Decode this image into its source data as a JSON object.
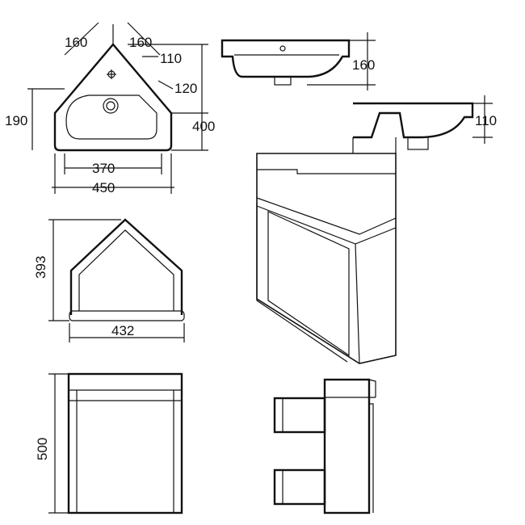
{
  "basin_top_view": {
    "dims": {
      "corner_left": "160",
      "corner_right": "160",
      "tap_offset": "110",
      "waste_offset": "120",
      "bowl_depth": "190",
      "overall_depth": "400",
      "bowl_width": "370",
      "overall_width": "450"
    }
  },
  "basin_front_view": {
    "height": "160"
  },
  "basin_side_view": {
    "height": "110"
  },
  "cabinet_top_view": {
    "depth": "393",
    "width": "432"
  },
  "cabinet_front_view": {
    "height": "500"
  },
  "colors": {
    "line": "#111111",
    "background": "#ffffff"
  }
}
